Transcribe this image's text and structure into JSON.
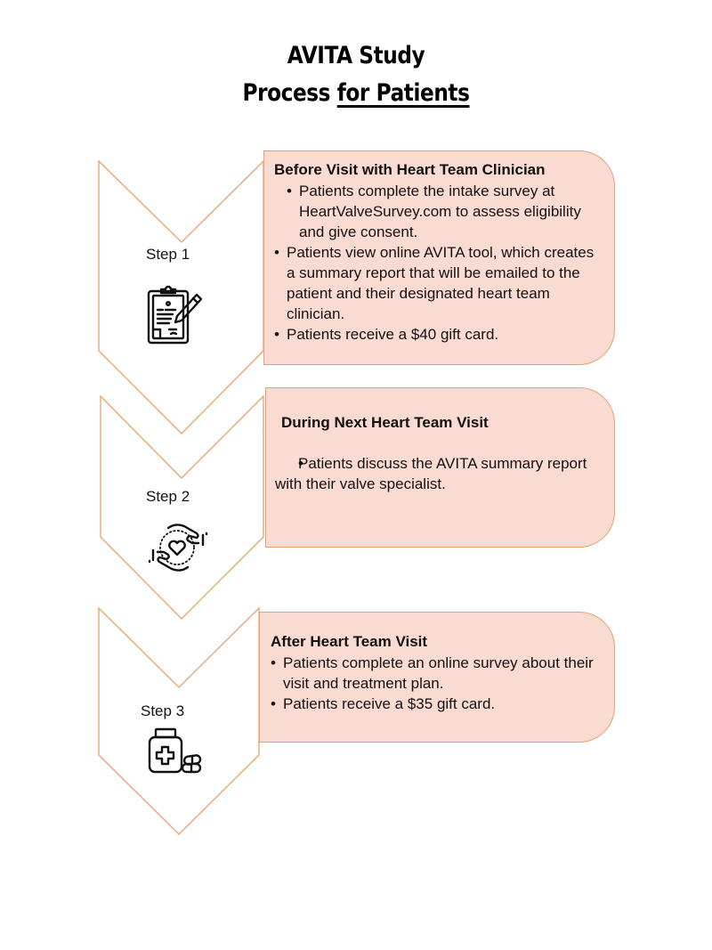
{
  "title": {
    "line1": "AVITA Study",
    "line2_prefix": "Process ",
    "line2_underlined": "for Patients"
  },
  "colors": {
    "box_fill": "#fadbd2",
    "box_border": "#e9a070",
    "chevron_stroke": "#e9a070"
  },
  "steps": [
    {
      "label": "Step 1",
      "icon": "clipboard-signature-icon",
      "heading": "Before Visit with Heart Team Clinician",
      "bullets": [
        "Patients complete the intake survey at HeartValveSurvey.com to assess eligibility and give consent.",
        "Patients view online AVITA tool, which creates a summary report that will be emailed to  the patient and their designated heart team clinician.",
        "Patients receive a $40 gift card."
      ]
    },
    {
      "label": "Step 2",
      "icon": "hands-heart-icon",
      "heading": "During Next Heart Team Visit",
      "bullets": [
        "Patients discuss the AVITA summary report with their valve specialist."
      ]
    },
    {
      "label": "Step 3",
      "icon": "medicine-bottle-pills-icon",
      "heading": "After Heart Team Visit",
      "bullets": [
        "Patients complete an online survey about their visit and treatment plan.",
        "Patients receive a $35 gift card."
      ]
    }
  ]
}
